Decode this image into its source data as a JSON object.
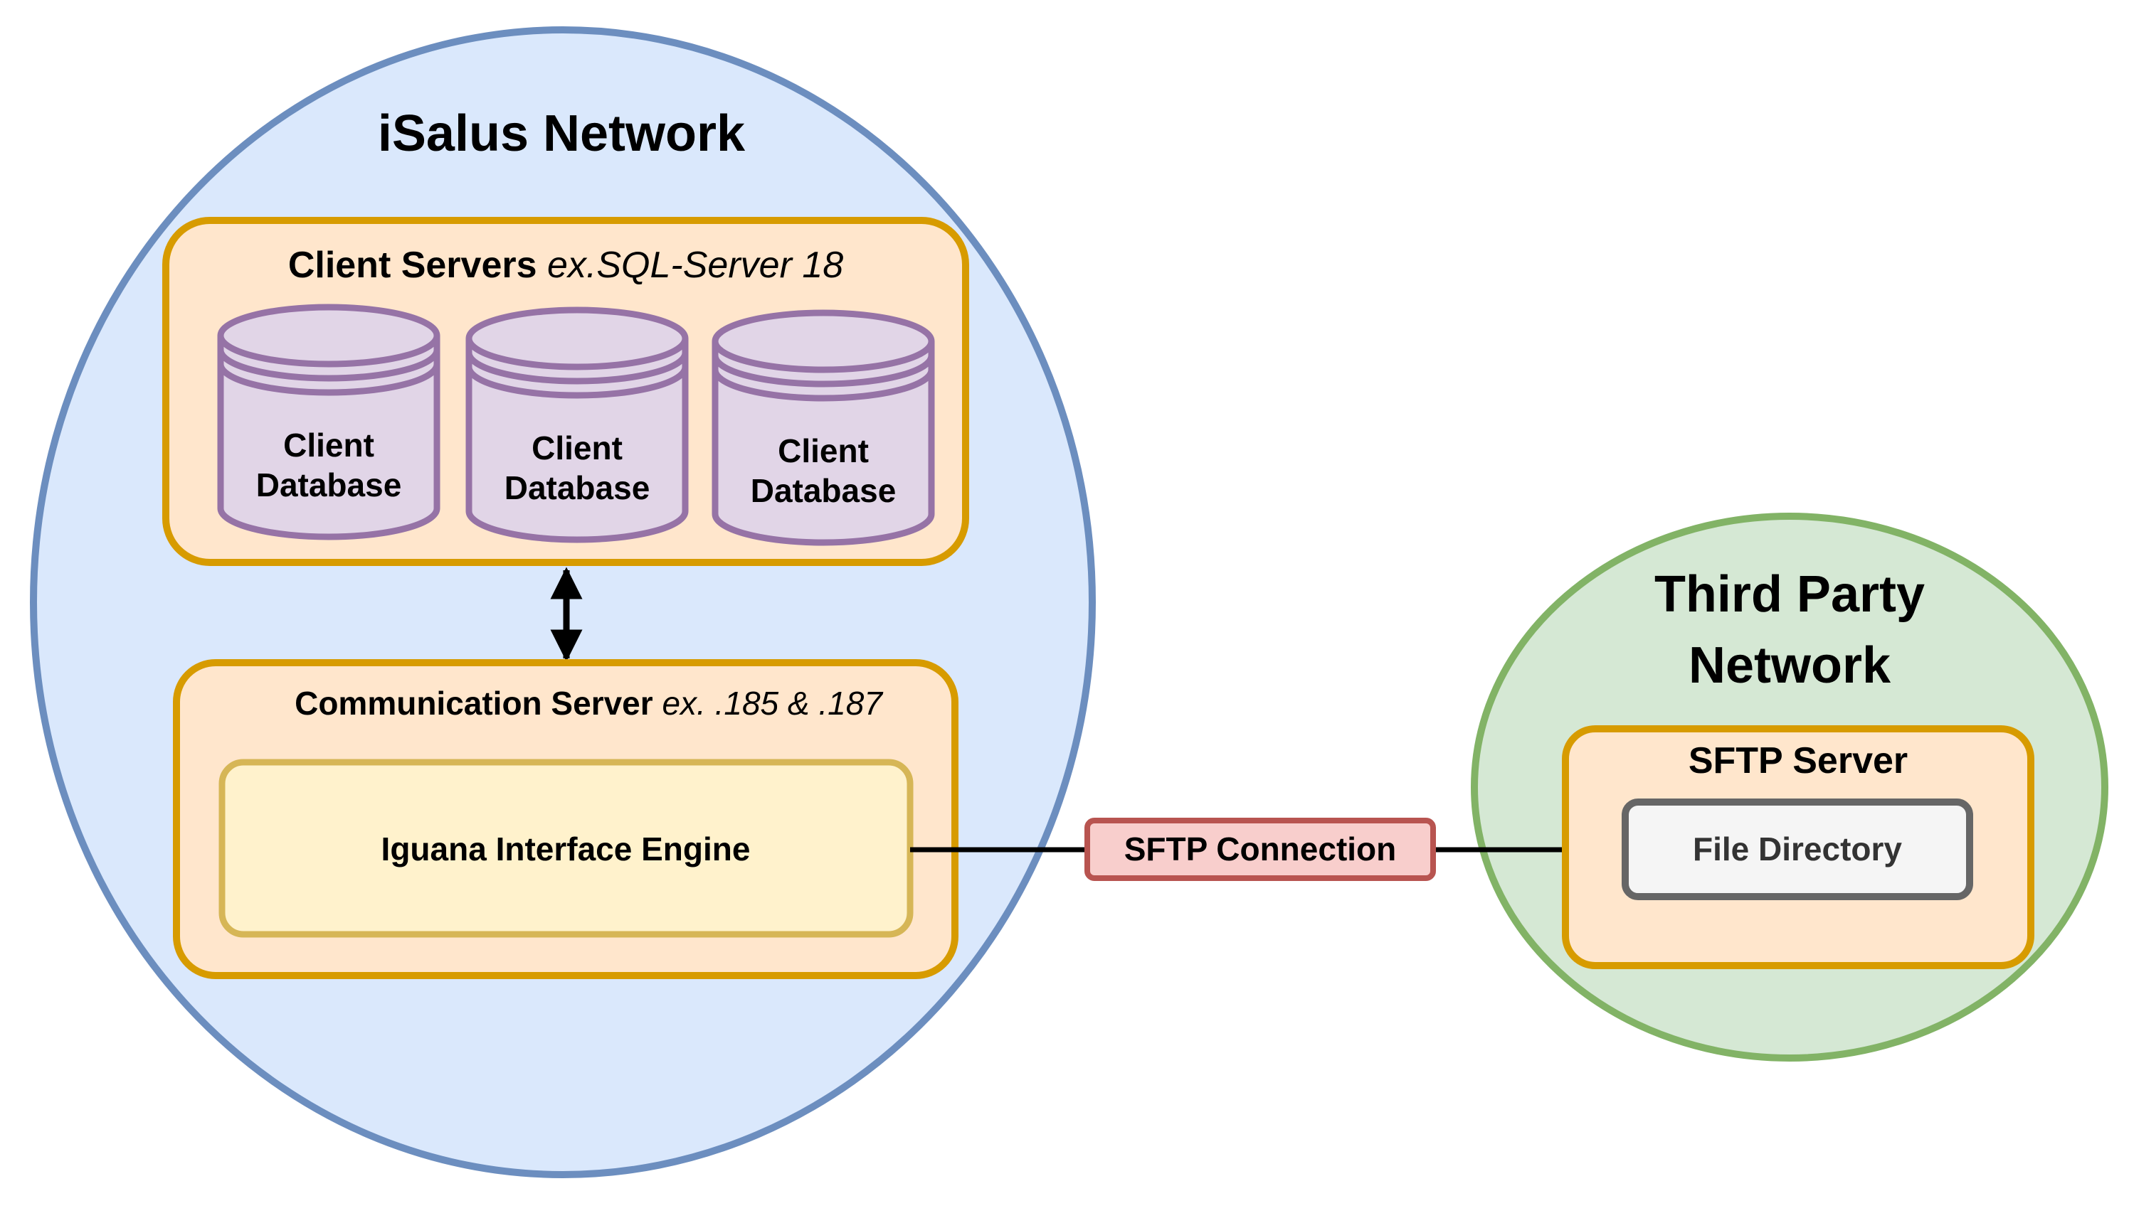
{
  "isalus_network": {
    "title": "iSalus Network",
    "client_servers": {
      "title": "Client Servers",
      "example": "ex.SQL-Server 18",
      "databases": [
        {
          "line1": "Client",
          "line2": "Database"
        },
        {
          "line1": "Client",
          "line2": "Database"
        },
        {
          "line1": "Client",
          "line2": "Database"
        }
      ]
    },
    "communication_server": {
      "title": "Communication Server",
      "example": "ex. .185 & .187",
      "engine": "Iguana Interface Engine"
    }
  },
  "connection": {
    "label": "SFTP Connection"
  },
  "third_party_network": {
    "title_line1": "Third Party",
    "title_line2": "Network",
    "sftp_server": {
      "title": "SFTP Server",
      "directory": "File Directory"
    }
  },
  "colors": {
    "isalus_fill": "#dae8fc",
    "isalus_stroke": "#6c8ebf",
    "third_party_fill": "#d5e8d4",
    "third_party_stroke": "#82b366",
    "server_fill": "#ffe6cc",
    "server_stroke": "#d79b00",
    "database_fill": "#e1d5e7",
    "database_stroke": "#9673a6",
    "engine_fill": "#fff2cc",
    "engine_stroke": "#d6b656",
    "connection_fill": "#f8cecc",
    "connection_stroke": "#b85450",
    "directory_fill": "#f5f5f5",
    "directory_stroke": "#666666"
  }
}
